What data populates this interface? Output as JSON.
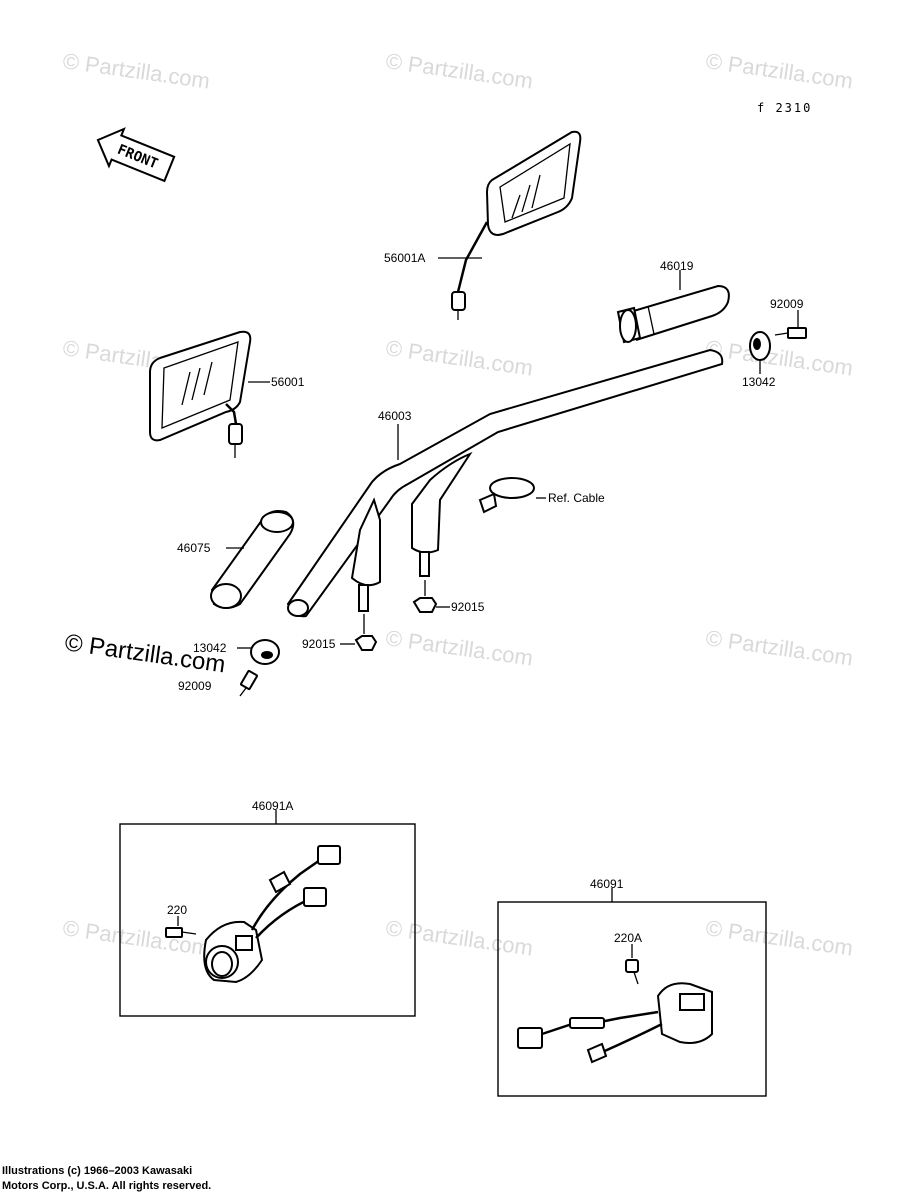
{
  "diagram_code": "f 2310",
  "front_label": "FRONT",
  "watermark": "© Partzilla.com",
  "parts": {
    "mirror_right": "56001A",
    "mirror_left": "56001",
    "grip_right": "46019",
    "bolt_right": "92009",
    "weight_right": "13042",
    "handlebar": "46003",
    "ref_cable": "Ref. Cable",
    "grip_left": "46075",
    "weight_left": "13042",
    "bolt_left": "92009",
    "nut_center": "92015",
    "nut_right": "92015",
    "switch_left_box": "46091A",
    "screw_left": "220",
    "switch_right_box": "46091",
    "screw_right": "220A"
  },
  "copyright": {
    "line1": "Illustrations (c) 1966–2003 Kawasaki",
    "line2": "Motors Corp., U.S.A.  All rights reserved."
  }
}
